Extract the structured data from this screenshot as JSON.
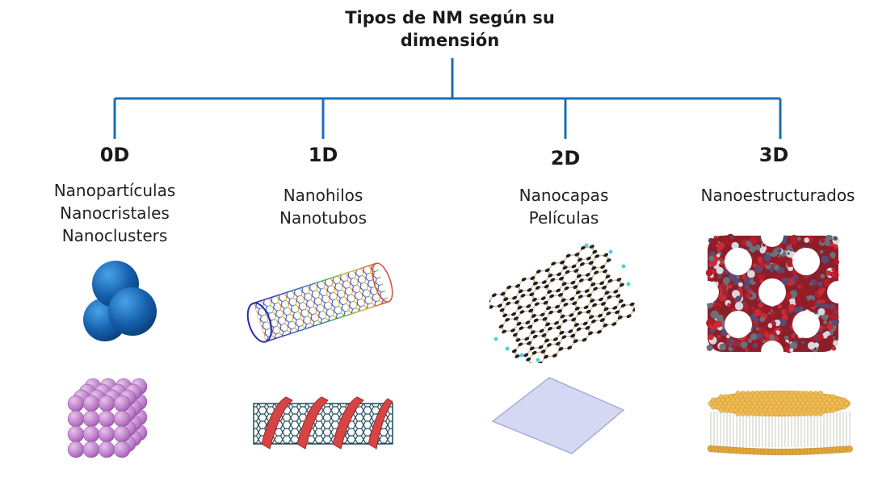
{
  "title_lines": [
    "Tipos de NM según su",
    "dimensión"
  ],
  "colors": {
    "tree_line": "#1a6fb5"
  },
  "branches": [
    {
      "dim": "0D",
      "types": [
        "Nanopartículas",
        "Nanocristales",
        "Nanoclusters"
      ],
      "icons": [
        "nanoparticle-spheres-icon",
        "nanocrystal-cube-icon"
      ]
    },
    {
      "dim": "1D",
      "types": [
        "Nanohilos",
        "Nanotubos"
      ],
      "icons": [
        "nanotube-icon",
        "helix-wrapped-nanotube-icon"
      ]
    },
    {
      "dim": "2D",
      "types": [
        "Nanocapas",
        "Películas"
      ],
      "icons": [
        "graphene-sheet-icon",
        "thin-film-icon"
      ]
    },
    {
      "dim": "3D",
      "types": [
        "Nanoestructurados"
      ],
      "icons": [
        "porous-framework-icon",
        "lipid-disc-icon"
      ]
    }
  ]
}
